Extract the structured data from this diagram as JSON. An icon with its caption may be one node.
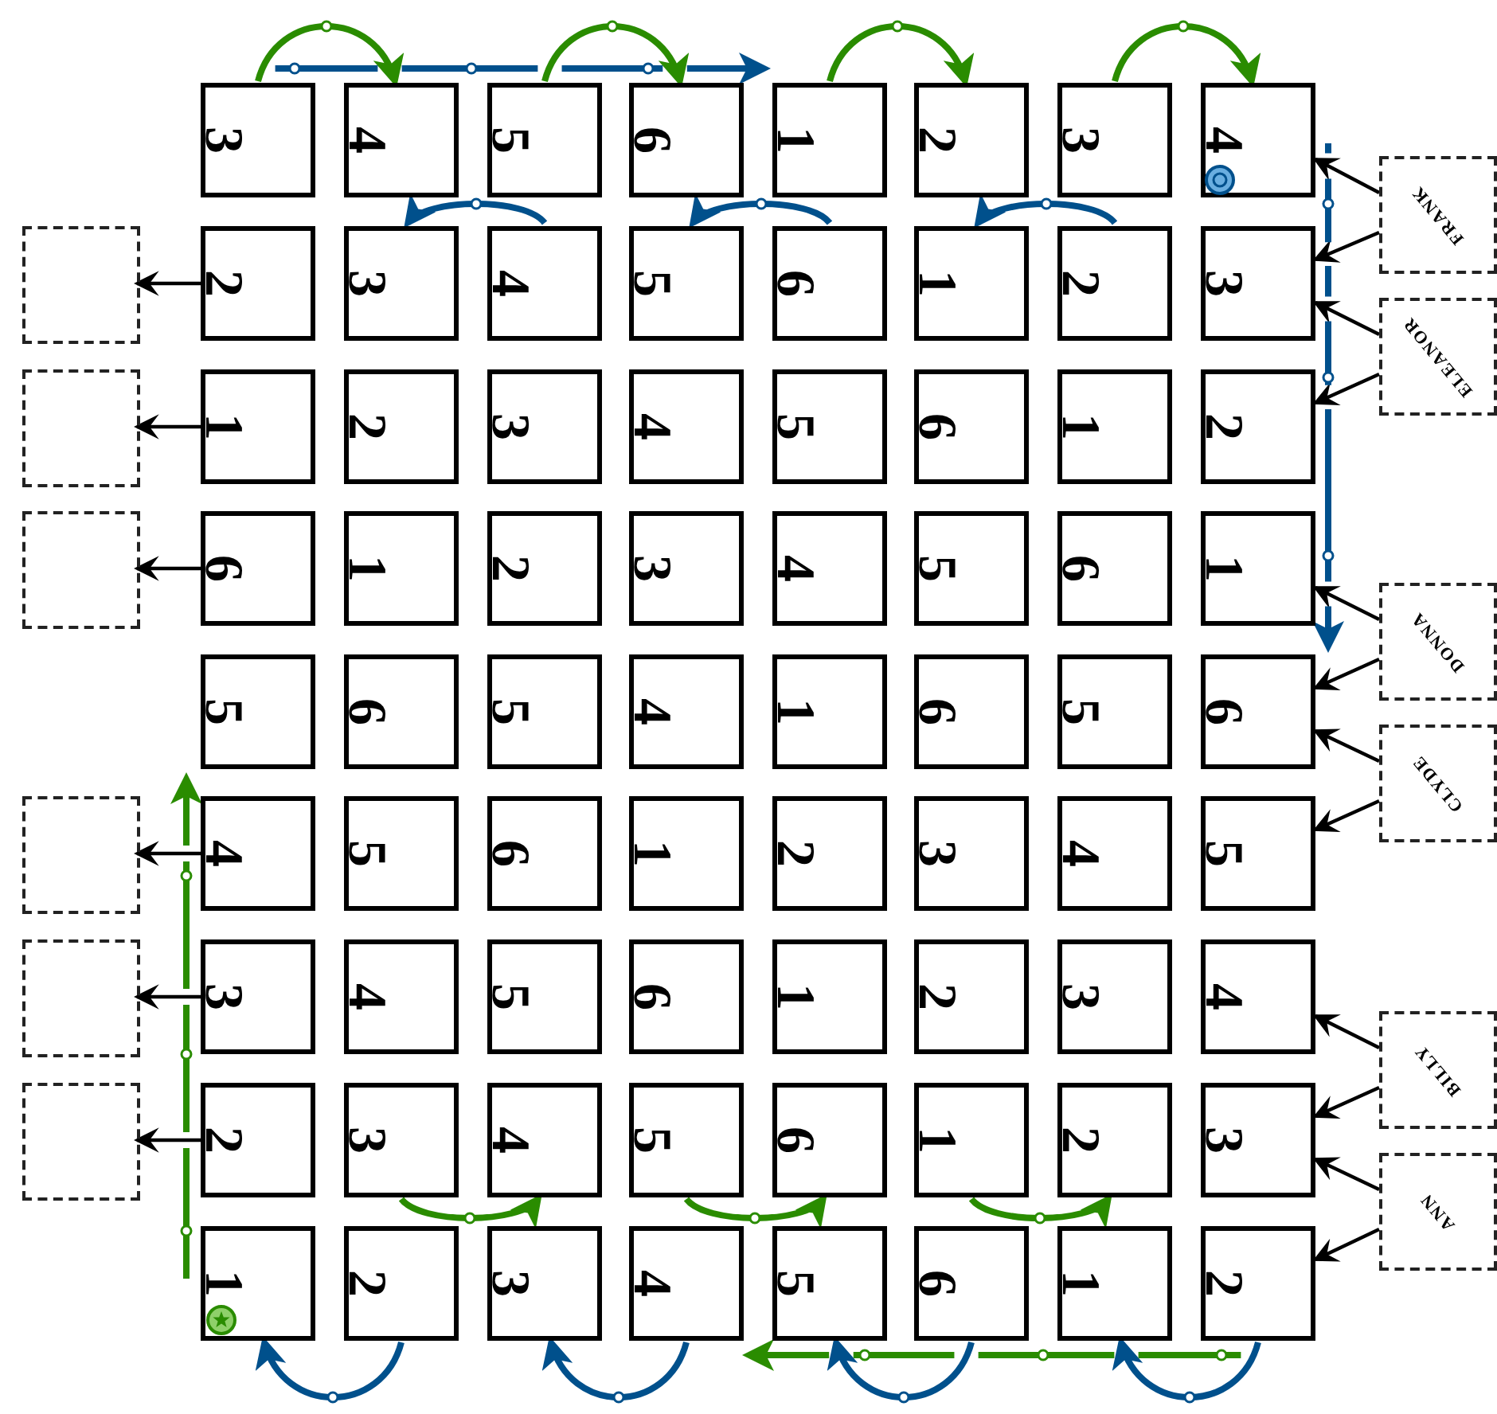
{
  "diagram": {
    "nodes": [
      {
        "text": [
          "3"
        ]
      },
      {
        "text": [
          "4"
        ]
      },
      {
        "text": [
          "5"
        ]
      },
      {
        "text": [
          "6"
        ]
      },
      {
        "text": [
          "1"
        ]
      },
      {
        "text": [
          "2"
        ]
      },
      {
        "text": [
          "3"
        ]
      },
      {
        "text": [
          "4"
        ]
      },
      {
        "text": [
          "2"
        ]
      },
      {
        "text": [
          "3"
        ]
      },
      {
        "text": [
          "4"
        ]
      },
      {
        "text": [
          "5"
        ]
      },
      {
        "text": [
          "6"
        ]
      },
      {
        "text": [
          "1"
        ]
      },
      {
        "text": [
          "2"
        ]
      },
      {
        "text": [
          "3"
        ]
      },
      {
        "text": [
          "1"
        ]
      },
      {
        "text": [
          "2"
        ]
      },
      {
        "text": [
          "3"
        ]
      },
      {
        "text": [
          "4"
        ]
      },
      {
        "text": [
          "5"
        ]
      },
      {
        "text": [
          "6"
        ]
      },
      {
        "text": [
          "1"
        ]
      },
      {
        "text": [
          "2"
        ]
      },
      {
        "text": [
          "6"
        ]
      },
      {
        "text": [
          "1"
        ]
      },
      {
        "text": [
          "2"
        ]
      },
      {
        "text": [
          "3"
        ]
      },
      {
        "text": [
          "4"
        ]
      },
      {
        "text": [
          "5"
        ]
      },
      {
        "text": [
          "6"
        ]
      },
      {
        "text": [
          "1"
        ]
      },
      {
        "text": [
          "5"
        ]
      },
      {
        "text": [
          "6"
        ]
      },
      {
        "text": [
          "5"
        ]
      },
      {
        "text": [
          "4"
        ]
      },
      {
        "text": [
          "1"
        ]
      },
      {
        "text": [
          "6"
        ]
      },
      {
        "text": [
          "5"
        ]
      },
      {
        "text": [
          "6"
        ]
      },
      {
        "text": [
          "4"
        ]
      },
      {
        "text": [
          "5"
        ]
      },
      {
        "text": [
          "6"
        ]
      },
      {
        "text": [
          "1"
        ]
      },
      {
        "text": [
          "2"
        ]
      },
      {
        "text": [
          "3"
        ]
      },
      {
        "text": [
          "4"
        ]
      },
      {
        "text": [
          "5"
        ]
      },
      {
        "text": [
          "3"
        ]
      },
      {
        "text": [
          "4"
        ]
      },
      {
        "text": [
          "5"
        ]
      },
      {
        "text": [
          "6"
        ]
      },
      {
        "text": [
          "1"
        ]
      },
      {
        "text": [
          "2"
        ]
      },
      {
        "text": [
          "3"
        ]
      },
      {
        "text": [
          "4"
        ]
      },
      {
        "text": [
          "2"
        ]
      },
      {
        "text": [
          "3"
        ]
      },
      {
        "text": [
          "4"
        ]
      },
      {
        "text": [
          "5"
        ]
      },
      {
        "text": [
          "6"
        ]
      },
      {
        "text": [
          "1"
        ]
      },
      {
        "text": [
          "2"
        ]
      },
      {
        "text": [
          "3"
        ]
      },
      {
        "text": [
          "1"
        ]
      },
      {
        "text": [
          "2"
        ]
      },
      {
        "text": [
          "3"
        ]
      },
      {
        "text": [
          "4"
        ]
      },
      {
        "text": [
          "5"
        ]
      },
      {
        "text": [
          "6"
        ]
      },
      {
        "text": [
          "1"
        ]
      },
      {
        "text": [
          "2"
        ]
      },
      {
        "text": [],
        "shape": "box"
      },
      {
        "text": [],
        "shape": "box"
      },
      {
        "text": [],
        "shape": "box"
      },
      {
        "text": [],
        "shape": "box"
      },
      {
        "text": [],
        "shape": "box"
      },
      {
        "text": [],
        "shape": "box"
      },
      {
        "text": [
          "FRANK"
        ]
      },
      {
        "text": [
          "ELEANOR"
        ]
      },
      {
        "text": [
          "DONNA"
        ]
      },
      {
        "text": [
          "CLYDE"
        ]
      },
      {
        "text": [
          "BILLY"
        ]
      },
      {
        "text": [
          "ANN"
        ]
      }
    ],
    "edges": [
      {
        "from": 0,
        "to": 1,
        "arrow": "to",
        "style": "thick",
        "color": "#2a8c00"
      },
      {
        "from": 2,
        "to": 3,
        "arrow": "to",
        "style": "thick",
        "color": "#2a8c00"
      },
      {
        "from": 4,
        "to": 5,
        "arrow": "to",
        "style": "thick",
        "color": "#2a8c00"
      },
      {
        "from": 6,
        "to": 7,
        "arrow": "to",
        "style": "thick",
        "color": "#2a8c00"
      },
      {
        "from": 10,
        "to": 9,
        "arrow": "to",
        "style": "thick",
        "color": "#00508c"
      },
      {
        "from": 12,
        "to": 11,
        "arrow": "to",
        "style": "thick",
        "color": "#00508c"
      },
      {
        "from": 14,
        "to": 13,
        "arrow": "to",
        "style": "thick",
        "color": "#00508c"
      },
      {
        "from": 57,
        "to": 58,
        "arrow": "to",
        "style": "thick",
        "color": "#2a8c00"
      },
      {
        "from": 59,
        "to": 60,
        "arrow": "to",
        "style": "thick",
        "color": "#2a8c00"
      },
      {
        "from": 61,
        "to": 62,
        "arrow": "to",
        "style": "thick",
        "color": "#2a8c00"
      },
      {
        "from": 65,
        "to": 64,
        "arrow": "to",
        "style": "thick",
        "color": "#00508c"
      },
      {
        "from": 67,
        "to": 66,
        "arrow": "to",
        "style": "thick",
        "color": "#00508c"
      },
      {
        "from": 69,
        "to": 68,
        "arrow": "to",
        "style": "thick",
        "color": "#00508c"
      },
      {
        "from": 71,
        "to": 70,
        "arrow": "to",
        "style": "thick",
        "color": "#00508c"
      },
      {
        "from": 8,
        "to": 72,
        "arrow": "to"
      },
      {
        "from": 16,
        "to": 73,
        "arrow": "to"
      },
      {
        "from": 24,
        "to": 74,
        "arrow": "to"
      },
      {
        "from": 40,
        "to": 75,
        "arrow": "to"
      },
      {
        "from": 48,
        "to": 76,
        "arrow": "to"
      },
      {
        "from": 56,
        "to": 77,
        "arrow": "to"
      },
      {
        "from": 78,
        "to": 7,
        "arrow": "to"
      },
      {
        "from": 78,
        "to": 15,
        "arrow": "to"
      },
      {
        "from": 79,
        "to": 15,
        "arrow": "to"
      },
      {
        "from": 79,
        "to": 23,
        "arrow": "to"
      },
      {
        "from": 80,
        "to": 31,
        "arrow": "to"
      },
      {
        "from": 80,
        "to": 39,
        "arrow": "to"
      },
      {
        "from": 81,
        "to": 39,
        "arrow": "to"
      },
      {
        "from": 81,
        "to": 47,
        "arrow": "to"
      },
      {
        "from": 82,
        "to": 55,
        "arrow": "to"
      },
      {
        "from": 82,
        "to": 63,
        "arrow": "to"
      },
      {
        "from": 83,
        "to": 63,
        "arrow": "to"
      },
      {
        "from": 83,
        "to": 71,
        "arrow": "to"
      }
    ]
  }
}
